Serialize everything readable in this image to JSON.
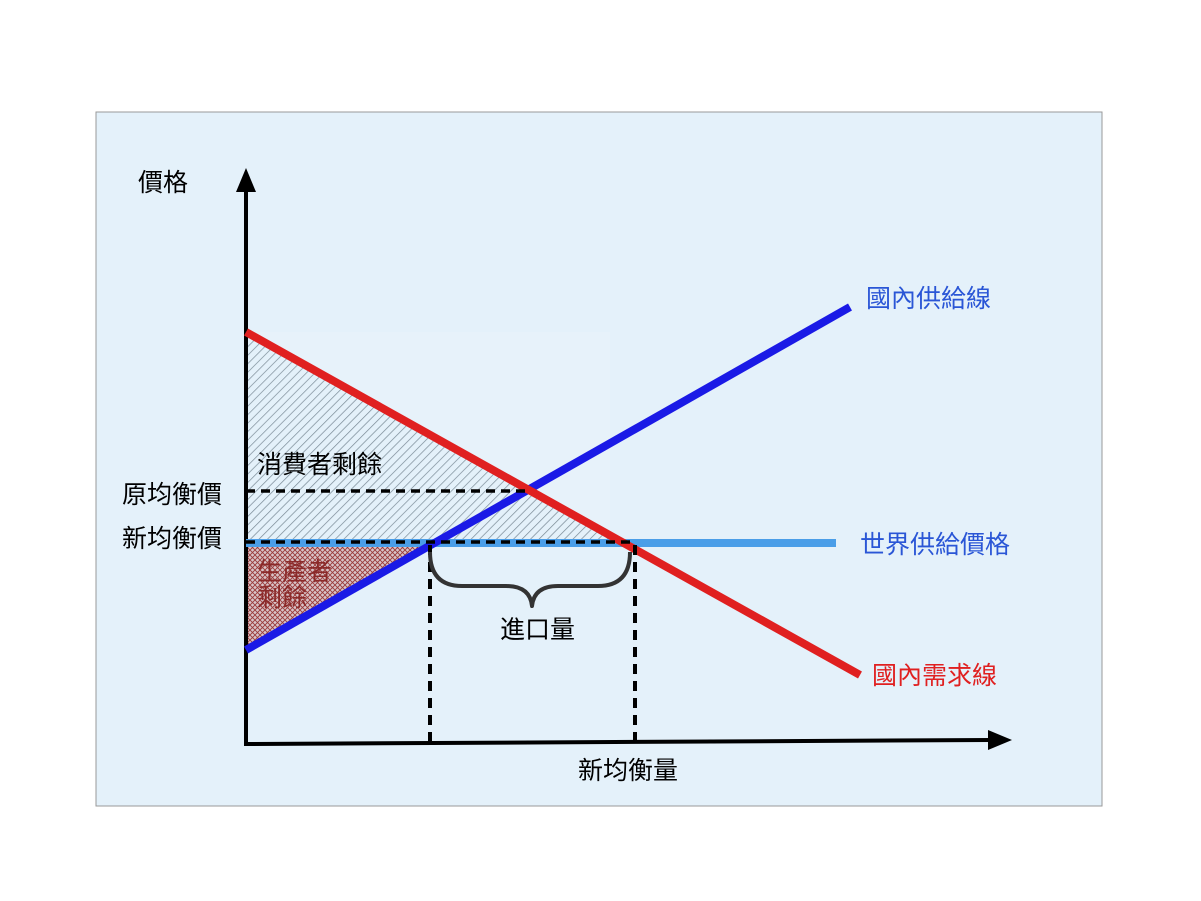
{
  "axes": {
    "y_label": "價格",
    "x_label": "新均衡量"
  },
  "price_labels": {
    "original_equilibrium_price": "原均衡價",
    "new_equilibrium_price": "新均衡價"
  },
  "curves": {
    "domestic_supply": {
      "label": "國內供給線",
      "color": "#1a1ae6"
    },
    "domestic_demand": {
      "label": "國內需求線",
      "color": "#e02020"
    },
    "world_supply_price": {
      "label": "世界供給價格",
      "color": "#4a9ee8"
    }
  },
  "areas": {
    "consumer_surplus": "消費者剩餘",
    "producer_surplus_line1": "生產者",
    "producer_surplus_line2": "剩餘",
    "producer_surplus_color": "#8b2a2a"
  },
  "imports_label": "進口量",
  "colors": {
    "panel_background": "#e4f1fa",
    "panel_border": "#999999",
    "label_blue": "#2a56d6",
    "label_red": "#e02020"
  }
}
